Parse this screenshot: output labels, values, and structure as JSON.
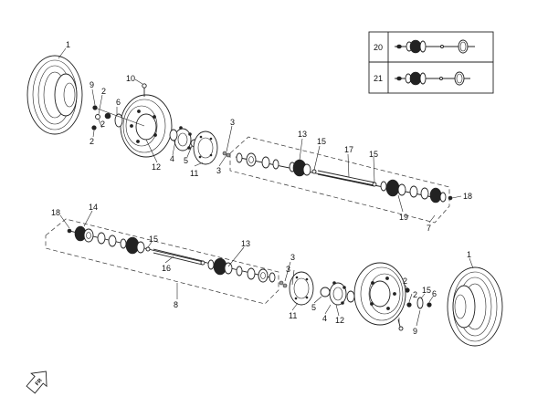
{
  "callouts": {
    "c1a": "1",
    "c1b": "1",
    "c2a": "2",
    "c2b": "2",
    "c2c": "2",
    "c2d": "2",
    "c2e": "2",
    "c3a": "3",
    "c3b": "3",
    "c3c": "3",
    "c3d": "3",
    "c4a": "4",
    "c4b": "4",
    "c5a": "5",
    "c5b": "5",
    "c6a": "6",
    "c6b": "6",
    "c7": "7",
    "c8": "8",
    "c9a": "9",
    "c9b": "9",
    "c10": "10",
    "c11a": "11",
    "c11b": "11",
    "c12a": "12",
    "c12b": "12",
    "c13a": "13",
    "c13b": "13",
    "c14": "14",
    "c15a": "15",
    "c15b": "15",
    "c15c": "15",
    "c15d": "15",
    "c16": "16",
    "c17": "17",
    "c18a": "18",
    "c18b": "18",
    "c19": "19"
  },
  "inset": {
    "row1": "20",
    "row2": "21"
  },
  "front_marker": "FR"
}
